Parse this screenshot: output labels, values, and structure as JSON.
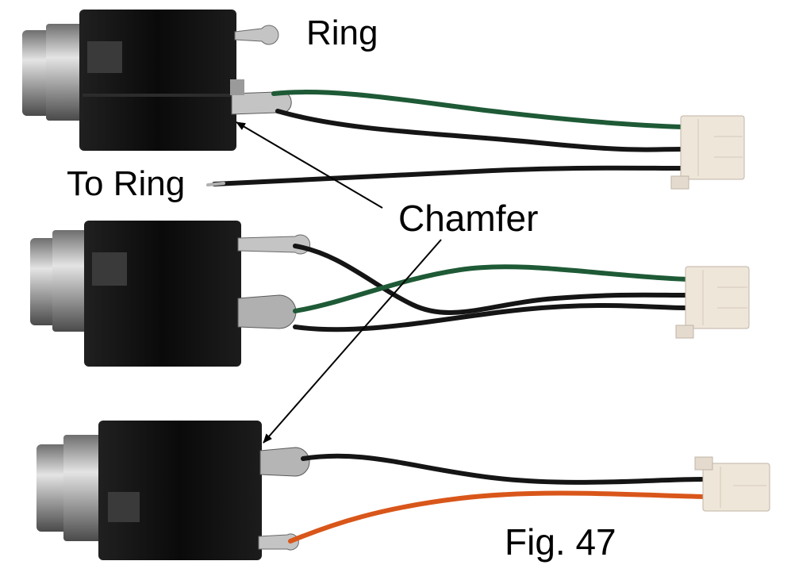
{
  "labels": {
    "ring": "Ring",
    "to_ring": "To Ring",
    "chamfer": "Chamfer",
    "figure": "Fig. 47"
  },
  "colors": {
    "background": "#ffffff",
    "jack_body": "#0d0d0d",
    "metal": "#b9b9b9",
    "wire_green": "#1e5a36",
    "wire_black": "#151515",
    "wire_orange": "#d9561a",
    "connector": "#efe6da",
    "arrow": "#000000"
  }
}
